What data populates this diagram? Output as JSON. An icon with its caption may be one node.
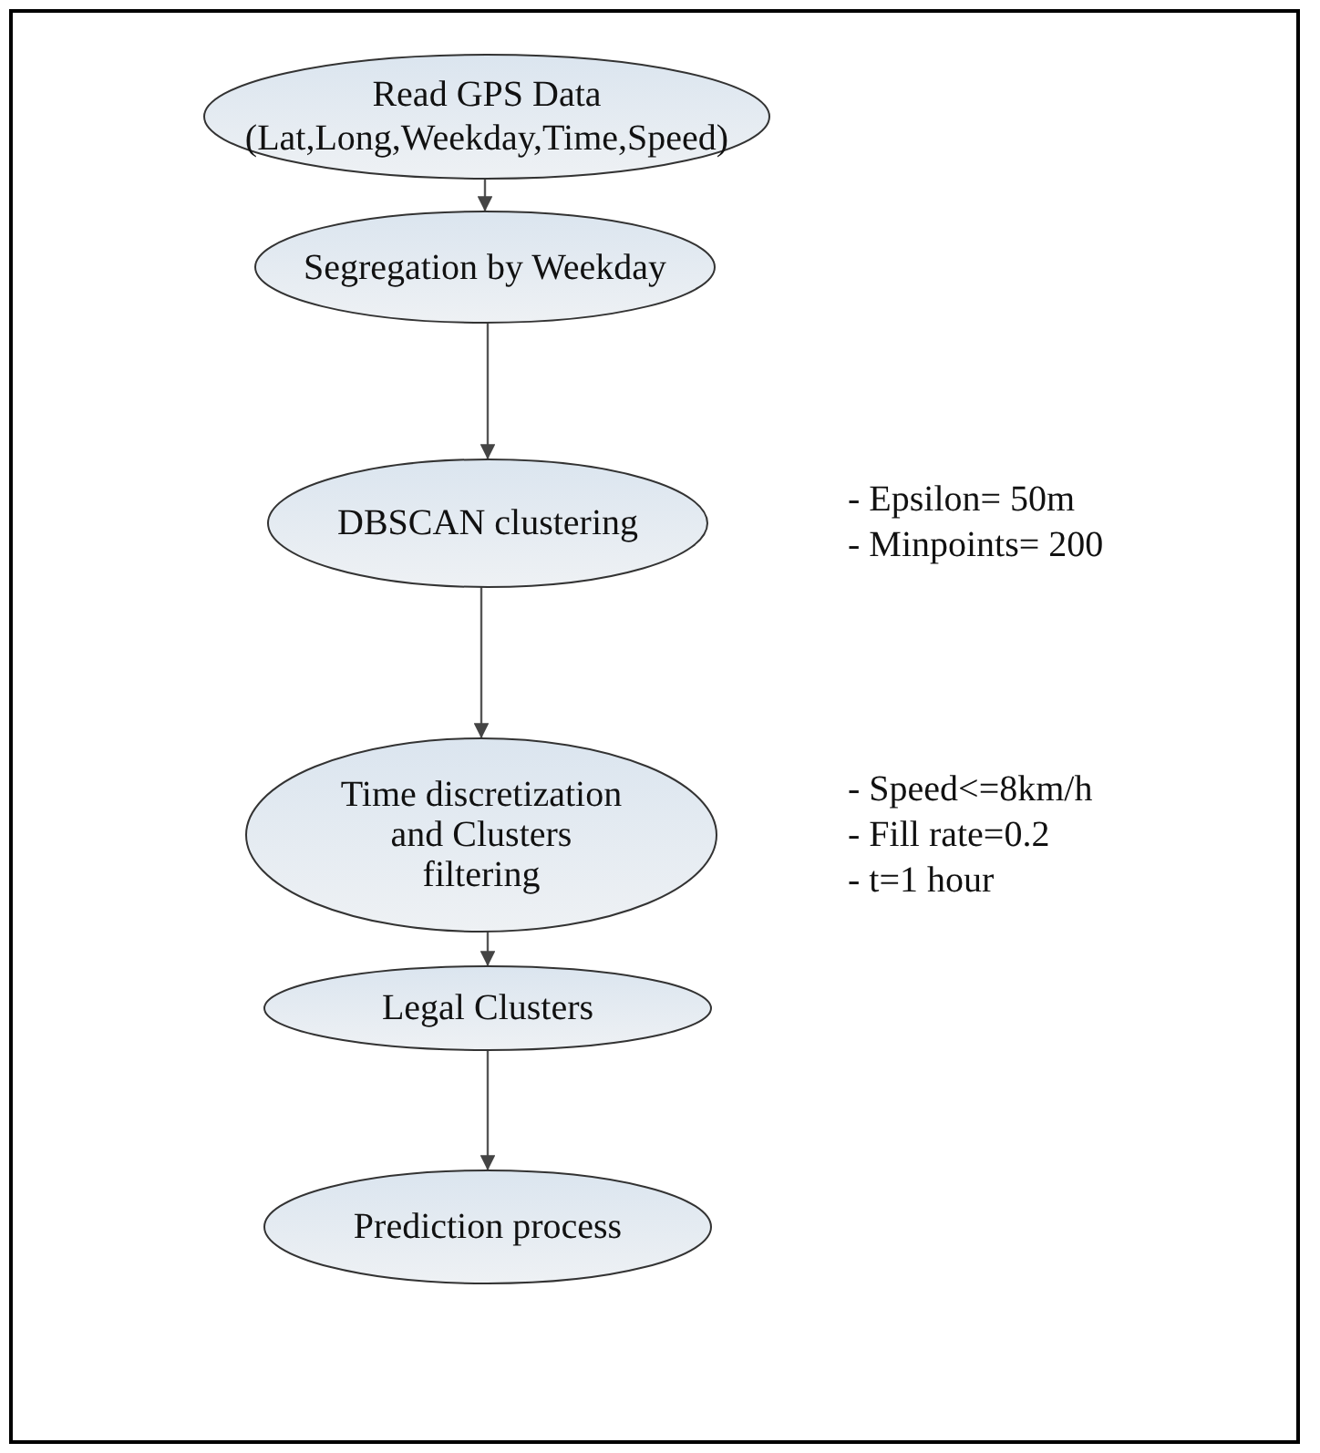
{
  "diagram": {
    "nodes": [
      {
        "text": [
          "Read GPS Data (Lat,Long,Weekday,Time,Speed)"
        ]
      },
      {
        "text": [
          "Segregation by Weekday"
        ]
      },
      {
        "text": [
          "DBSCAN clustering"
        ],
        "beside": [
          "- Epsilon= 50m",
          "- Minpoints= 200"
        ]
      },
      {
        "text": [
          "Time discretization and Clusters filtering"
        ],
        "beside": [
          "- Speed<=8km/h",
          "- Fill rate=0.2",
          "- t=1 hour"
        ]
      },
      {
        "text": [
          "Legal Clusters"
        ]
      },
      {
        "text": [
          "Prediction process"
        ]
      }
    ],
    "edges": [
      {
        "from": 0,
        "to": 1,
        "arrow": "to"
      },
      {
        "from": 1,
        "to": 2,
        "arrow": "to"
      },
      {
        "from": 2,
        "to": 3,
        "arrow": "to"
      },
      {
        "from": 3,
        "to": 4,
        "arrow": "to"
      },
      {
        "from": 4,
        "to": 5,
        "arrow": "to"
      }
    ]
  }
}
